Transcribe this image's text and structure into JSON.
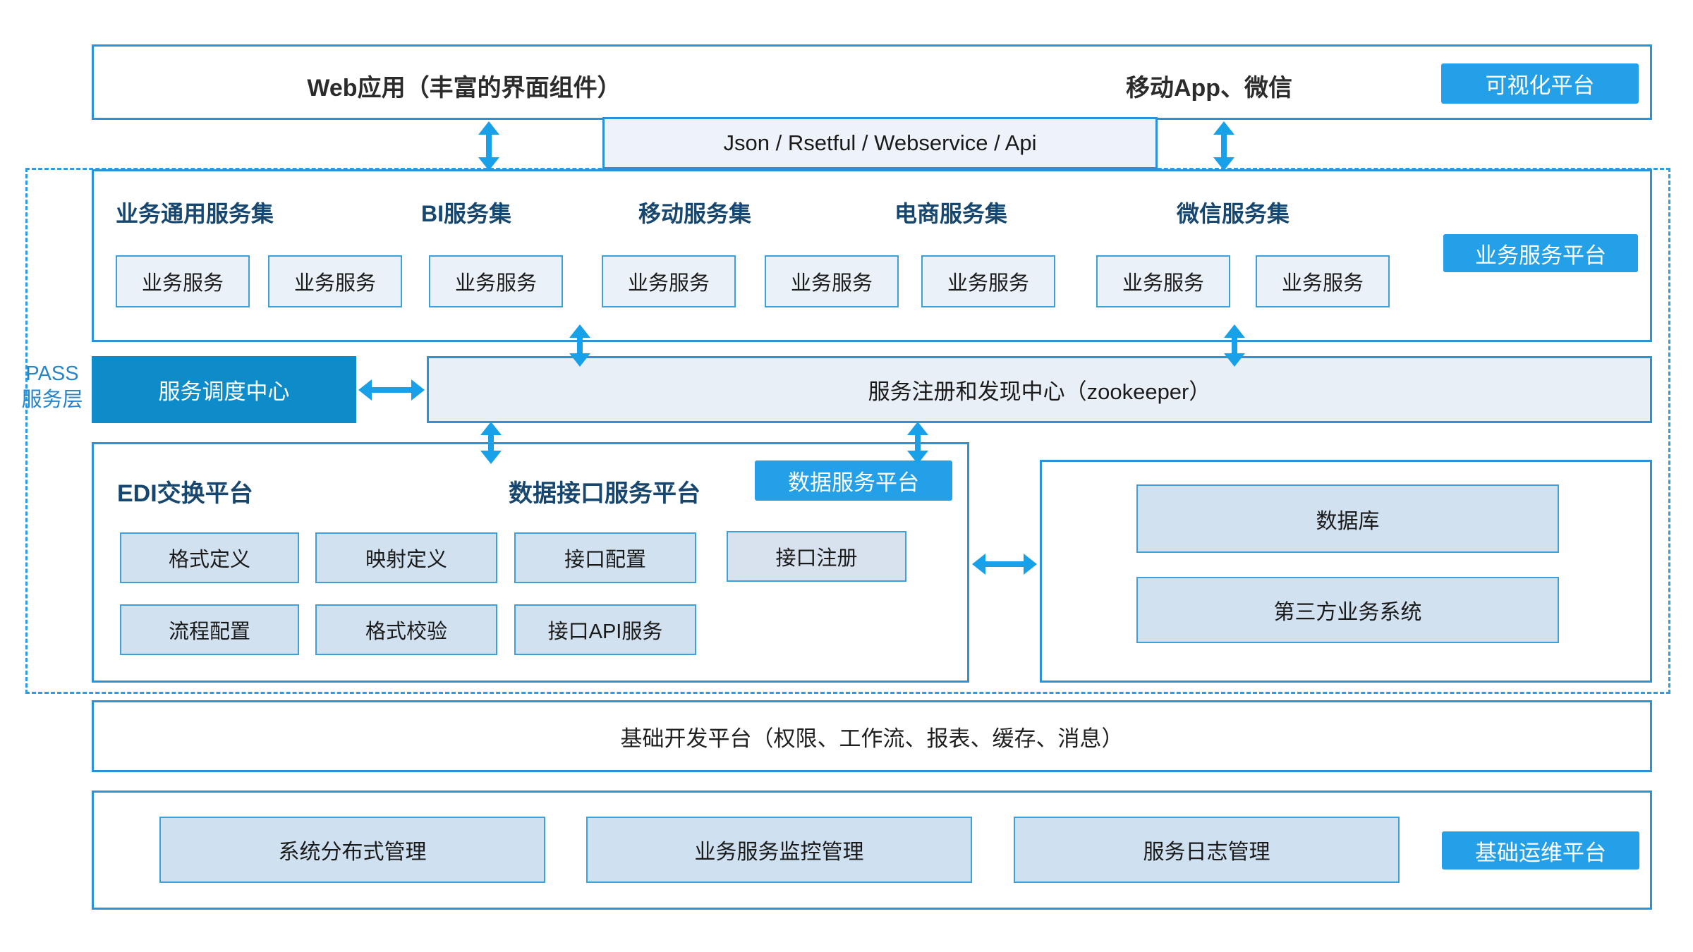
{
  "colors": {
    "accent_arrow_blue": "#18a0e8",
    "badge_blue": "#24a0e8",
    "solid_box_blue": "#0e8bc9",
    "container_border_blue": "#2b93d5",
    "light_fill": "#edf2fa",
    "medium_fill": "#d2e1f0",
    "navy_heading": "#17476f",
    "pass_label_blue": "#2a85c8"
  },
  "top_row": {
    "web_title": "Web应用（丰富的界面组件）",
    "mobile_title": "移动App、微信",
    "badge": "可视化平台"
  },
  "api_bar": {
    "label": "Json / Rsetful / Webservice / Api"
  },
  "pass_layer": {
    "line1": "PASS",
    "line2": "服务层"
  },
  "service_platform": {
    "badge": "业务服务平台",
    "headers": [
      "业务通用服务集",
      "BI服务集",
      "移动服务集",
      "电商服务集",
      "微信服务集"
    ],
    "boxes": [
      "业务服务",
      "业务服务",
      "业务服务",
      "业务服务",
      "业务服务",
      "业务服务",
      "业务服务",
      "业务服务"
    ]
  },
  "middleware": {
    "scheduler": "服务调度中心",
    "registry": "服务注册和发现中心（zookeeper）"
  },
  "data_platform": {
    "badge": "数据服务平台",
    "edi_title": "EDI交换平台",
    "interface_title": "数据接口服务平台",
    "row1": [
      "格式定义",
      "映射定义",
      "接口配置",
      "接口注册"
    ],
    "row2": [
      "流程配置",
      "格式校验",
      "接口API服务"
    ]
  },
  "external_systems": {
    "boxes": [
      "数据库",
      "第三方业务系统"
    ]
  },
  "dev_platform": {
    "label": "基础开发平台（权限、工作流、报表、缓存、消息）"
  },
  "ops_platform": {
    "badge": "基础运维平台",
    "boxes": [
      "系统分布式管理",
      "业务服务监控管理",
      "服务日志管理"
    ]
  }
}
